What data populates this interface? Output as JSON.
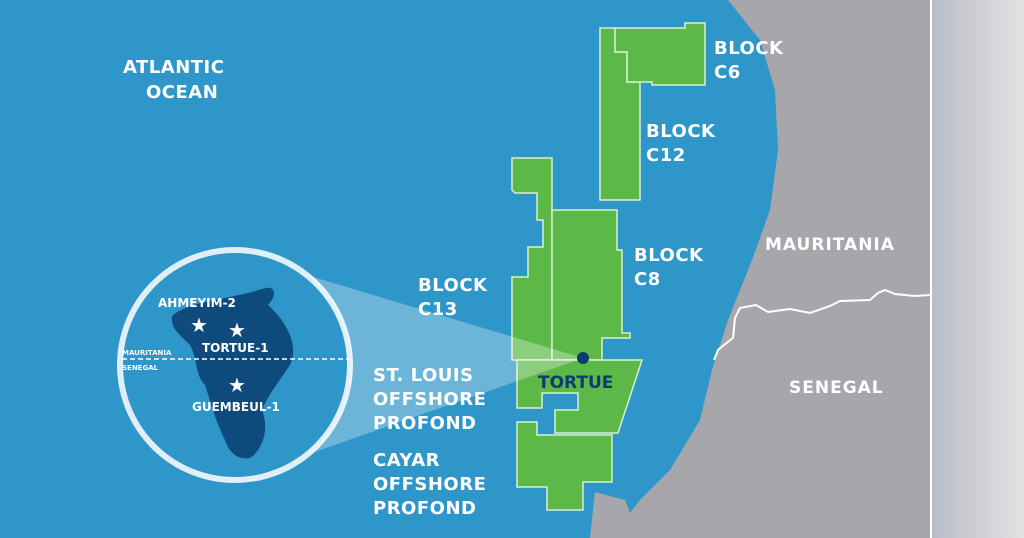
{
  "colors": {
    "ocean": "#2e96c8",
    "block": "#5cb947",
    "land": "#a7a7ab",
    "marker": "#0d3c6e"
  },
  "ocean_label": [
    "ATLANTIC",
    "OCEAN"
  ],
  "blocks": {
    "c6": [
      "BLOCK",
      "C6"
    ],
    "c12": [
      "BLOCK",
      "C12"
    ],
    "c8": [
      "BLOCK",
      "C8"
    ],
    "c13": [
      "BLOCK",
      "C13"
    ],
    "st_louis": [
      "ST. LOUIS",
      "OFFSHORE",
      "PROFOND"
    ],
    "cayar": [
      "CAYAR",
      "OFFSHORE",
      "PROFOND"
    ]
  },
  "countries": {
    "mauritania": "MAURITANIA",
    "senegal": "SENEGAL"
  },
  "field": {
    "name": "TORTUE"
  },
  "inset": {
    "wells": [
      "AHMEYIM-2",
      "TORTUE-1",
      "GUEMBEUL-1"
    ],
    "border_north": "MAURITANIA",
    "border_south": "SENEGAL"
  }
}
